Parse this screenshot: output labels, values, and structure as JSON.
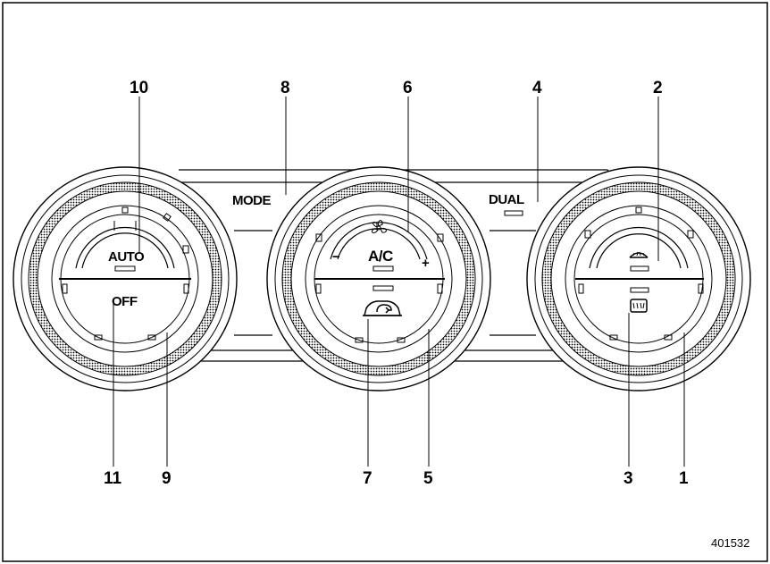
{
  "figure_id": "401532",
  "panel_labels": {
    "mode": "MODE",
    "dual": "DUAL"
  },
  "buttons": {
    "auto": "AUTO",
    "off": "OFF",
    "ac": "A/C",
    "fan_minus": "−",
    "fan_plus": "+"
  },
  "callouts": {
    "c1": "1",
    "c2": "2",
    "c3": "3",
    "c4": "4",
    "c5": "5",
    "c6": "6",
    "c7": "7",
    "c8": "8",
    "c9": "9",
    "c10": "10",
    "c11": "11"
  },
  "icons": {
    "fan": "fan-icon",
    "recirculation": "recirculation-icon",
    "front_defroster": "front-defroster-icon",
    "rear_defogger": "rear-defogger-icon"
  }
}
